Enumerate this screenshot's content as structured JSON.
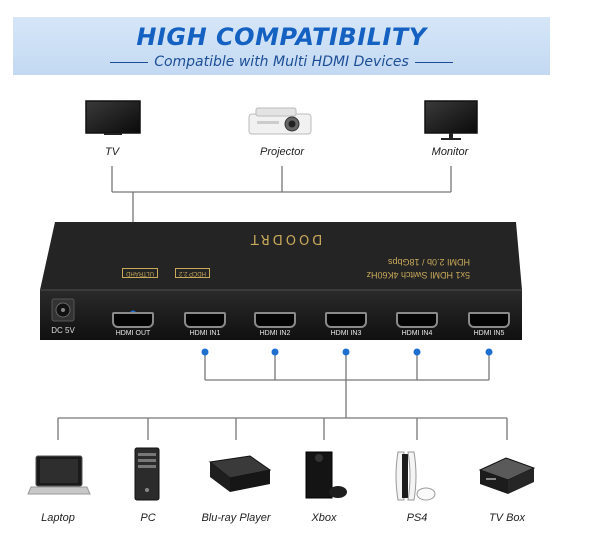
{
  "banner": {
    "title": "HIGH COMPATIBILITY",
    "subtitle": "Compatible with Multi HDMI Devices"
  },
  "outputs": [
    {
      "label": "TV",
      "icon": "tv-icon"
    },
    {
      "label": "Projector",
      "icon": "projector-icon"
    },
    {
      "label": "Monitor",
      "icon": "monitor-icon"
    }
  ],
  "switch": {
    "brand": "DOODRT",
    "model_line1": "5x1 HDMI Switch 4K60Hz",
    "model_line2": "HDMI 2.0b / 18Gbps",
    "badge_hdcp": "HDCP 2.2",
    "badge_ultra": "ULTRAHD",
    "power_label": "DC 5V",
    "ports": [
      "HDMI OUT",
      "HDMI IN1",
      "HDMI IN2",
      "HDMI IN3",
      "HDMI IN4",
      "HDMI IN5"
    ]
  },
  "sources": [
    {
      "label": "Laptop",
      "icon": "laptop-icon"
    },
    {
      "label": "PC",
      "icon": "pc-tower-icon"
    },
    {
      "label": "Blu-ray Player",
      "icon": "bluray-player-icon"
    },
    {
      "label": "Xbox",
      "icon": "xbox-icon"
    },
    {
      "label": "PS4",
      "icon": "ps4-icon"
    },
    {
      "label": "TV Box",
      "icon": "tv-box-icon"
    }
  ],
  "colors": {
    "banner_title": "#1461c2",
    "connector_dot": "#1f6fd1",
    "switch_body": "#1c1c1c",
    "gold_text": "#c9a95a"
  }
}
